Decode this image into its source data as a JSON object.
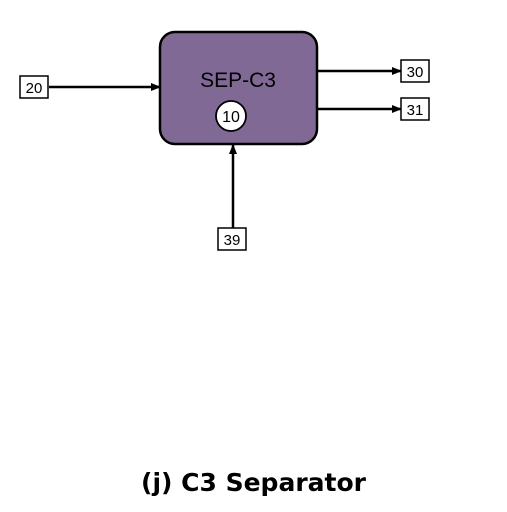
{
  "unit": {
    "label": "SEP-C3",
    "number": "10"
  },
  "streams": {
    "inlet_left": "20",
    "inlet_bottom": "39",
    "outlet_top": "30",
    "outlet_bottom": "31"
  },
  "caption": "(j) C3 Separator",
  "colors": {
    "unit_fill": "#806a95",
    "unit_stroke": "#000000",
    "line": "#000000"
  }
}
